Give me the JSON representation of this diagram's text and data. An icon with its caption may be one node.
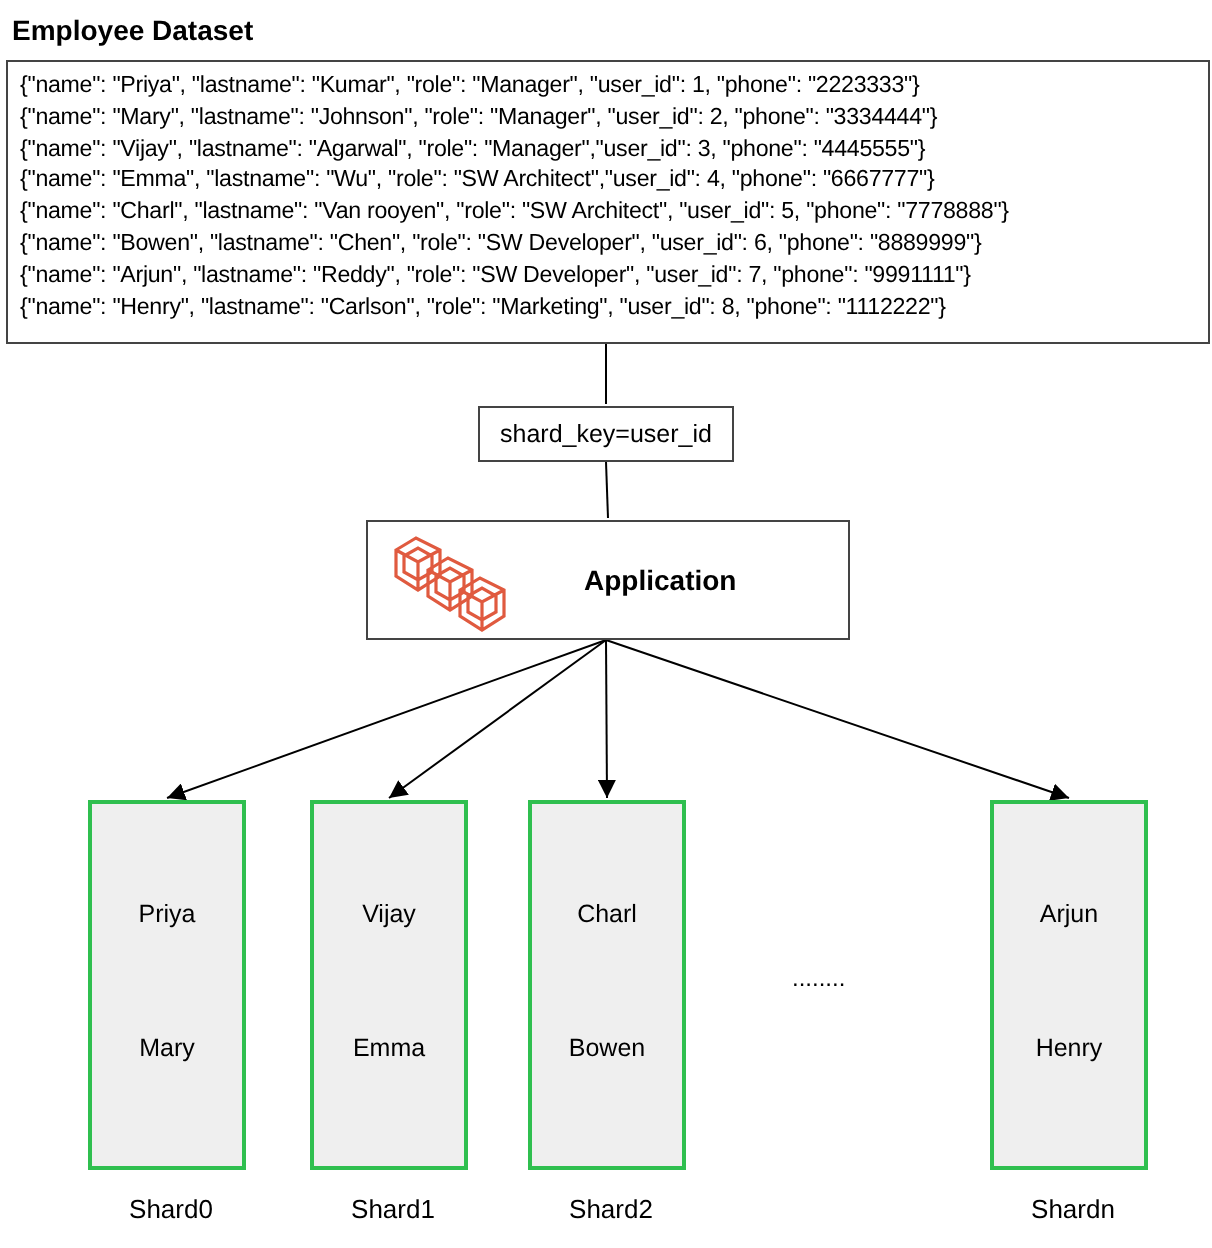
{
  "diagram": {
    "nodes": [
      {
        "text": [
          "Employee Dataset",
          "{\"name\": \"Priya\", \"lastname\": \"Kumar\", \"role\": \"Manager\", \"user_id\": 1,  \"phone\": \"2223333\"}",
          "{\"name\": \"Mary\", \"lastname\": \"Johnson\", \"role\": \"Manager\", \"user_id\": 2, \"phone\": \"3334444\"}",
          "{\"name\": \"Vijay\", \"lastname\": \"Agarwal\", \"role\": \"Manager\",\"user_id\": 3, \"phone\": \"4445555\"}",
          "{\"name\": \"Emma\", \"lastname\": \"Wu\", \"role\": \"SW Architect\",\"user_id\": 4, \"phone\": \"6667777\"}",
          "{\"name\": \"Charl\", \"lastname\": \"Van rooyen\", \"role\": \"SW Architect\", \"user_id\": 5, \"phone\": \"7778888\"}",
          "{\"name\": \"Bowen\", \"lastname\": \"Chen\", \"role\": \"SW Developer\", \"user_id\": 6, \"phone\": \"8889999\"}",
          "{\"name\": \"Arjun\", \"lastname\": \"Reddy\", \"role\": \"SW Developer\", \"user_id\": 7, \"phone\": \"9991111\"}",
          "{\"name\": \"Henry\", \"lastname\": \"Carlson\", \"role\": \"Marketing\", \"user_id\": 8, \"phone\": \"1112222\"}"
        ]
      },
      {
        "text": [
          "shard_key=user_id"
        ]
      },
      {
        "text": [
          "Application"
        ]
      },
      {
        "text": [
          "Priya",
          "Mary"
        ],
        "beside": [
          "Shard0"
        ]
      },
      {
        "text": [
          "Vijay",
          "Emma"
        ],
        "beside": [
          "Shard1"
        ]
      },
      {
        "text": [
          "Charl",
          "Bowen"
        ],
        "beside": [
          "Shard2"
        ]
      },
      {
        "text": [
          "Arjun",
          "Henry"
        ],
        "beside": [
          "Shardn"
        ]
      }
    ],
    "edges": [
      {
        "from": 0,
        "to": 1,
        "arrow": "none"
      },
      {
        "from": 1,
        "to": 2,
        "arrow": "none"
      },
      {
        "from": 2,
        "to": 3,
        "arrow": "to"
      },
      {
        "from": 2,
        "to": 4,
        "arrow": "to"
      },
      {
        "from": 2,
        "to": 5,
        "arrow": "to"
      },
      {
        "from": 2,
        "to": 6,
        "arrow": "to"
      }
    ],
    "labels": [
      "........"
    ]
  }
}
